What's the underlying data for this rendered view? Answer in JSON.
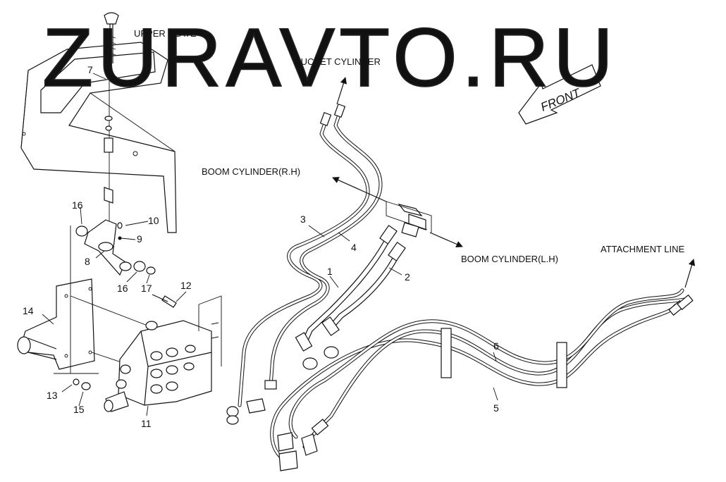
{
  "watermark": "ZURAVTO.RU",
  "labels": {
    "upper_plate": "UPPER PLATE",
    "bucket_cylinder": "BUCKET CYLINDER",
    "boom_cylinder_rh": "BOOM CYLINDER(R.H)",
    "boom_cylinder_lh": "BOOM CYLINDER(L.H)",
    "attachment_line": "ATTACHMENT LINE",
    "front": "FRONT"
  },
  "part_numbers": {
    "p1": "1",
    "p2": "2",
    "p3": "3",
    "p4": "4",
    "p5": "5",
    "p6": "6",
    "p7": "7",
    "p8": "8",
    "p9": "9",
    "p10": "10",
    "p11": "11",
    "p12": "12",
    "p13": "13",
    "p14": "14",
    "p15": "15",
    "p16a": "16",
    "p16b": "16",
    "p17": "17"
  }
}
